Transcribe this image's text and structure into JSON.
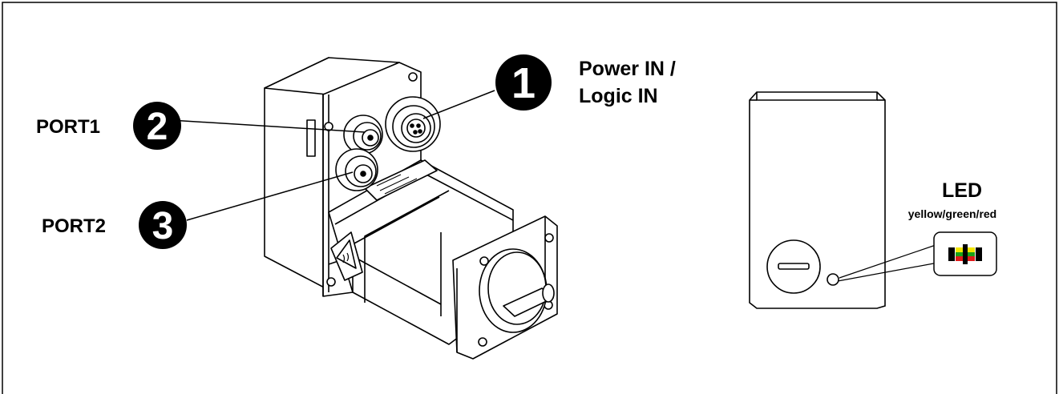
{
  "callouts": [
    {
      "number": "1",
      "label_line1": "Power IN /",
      "label_line2": "Logic IN"
    },
    {
      "number": "2",
      "label": "PORT1"
    },
    {
      "number": "3",
      "label": "PORT2"
    }
  ],
  "led": {
    "title": "LED",
    "colors_text": "yellow/green/red",
    "led_colors": [
      "#f2e600",
      "#19a119",
      "#e01818"
    ]
  }
}
